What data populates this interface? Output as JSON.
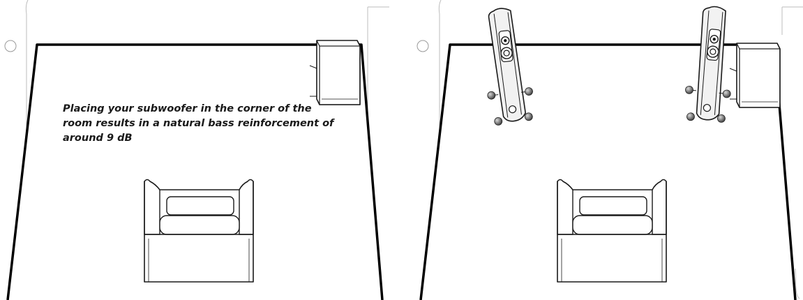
{
  "caption": "Placing your subwoofer in the corner of the\nroom results in a natural bass reinforcement of\naround 9 dB",
  "panels": [
    {
      "name": "subwoofer-only",
      "items": [
        "subwoofer",
        "armchair"
      ]
    },
    {
      "name": "subwoofer-with-floorstanding-speakers",
      "items": [
        "speaker-left",
        "speaker-right",
        "subwoofer",
        "armchair"
      ]
    }
  ],
  "colors": {
    "outline": "#000000",
    "sheet_border": "#bdbdbd",
    "speaker_fill": "#f2f2f2",
    "foot": "#555555"
  }
}
